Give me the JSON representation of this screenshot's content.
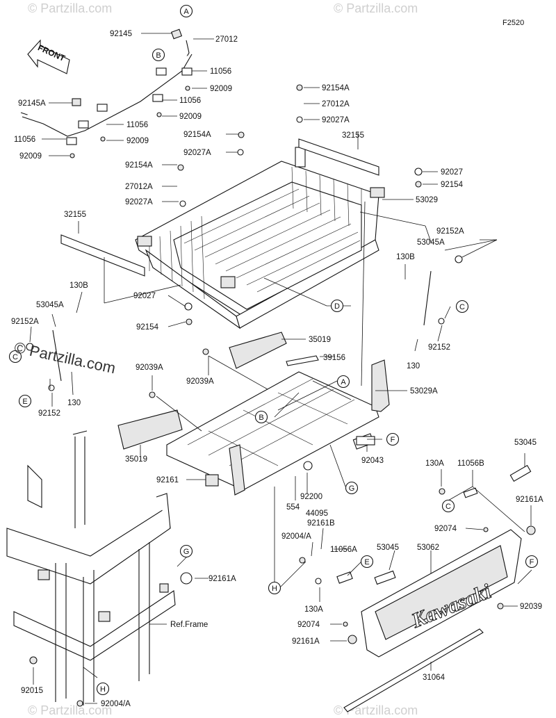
{
  "figure_code": "F2520",
  "front_label": "FRONT",
  "brand_text": "Kawasaki",
  "ref_label": "Ref.Frame",
  "watermarks": {
    "main": "© Partzilla.com",
    "faint": "© Partzilla.com"
  },
  "callouts": [
    "A",
    "B",
    "C",
    "D",
    "E",
    "F",
    "G",
    "H"
  ],
  "part_labels": {
    "p92145": "92145",
    "p27012": "27012",
    "p11056_1": "11056",
    "p92009_1": "92009",
    "p92145A": "92145A",
    "p11056_2": "11056",
    "p92009_2": "92009",
    "p11056_3": "11056",
    "p92009_3": "92009",
    "p11056_4": "11056",
    "p92009_4": "92009",
    "p92154A_1": "92154A",
    "p27012A_1": "27012A",
    "p92027A_1": "92027A",
    "p32155_1": "32155",
    "p92154A_2": "92154A",
    "p92027A_2": "92027A",
    "p92027_1": "92027",
    "p92154_1": "92154",
    "p92154A_3": "92154A",
    "p53029": "53029",
    "p27012A_2": "27012A",
    "p92027A_3": "92027A",
    "p32155_2": "32155",
    "p92152A_1": "92152A",
    "p53045A_1": "53045A",
    "p130B_1": "130B",
    "p130B_2": "130B",
    "p53045A_2": "53045A",
    "p92152A_2": "92152A",
    "p92027_2": "92027",
    "p92154_2": "92154",
    "p92152_1": "92152",
    "p130_1": "130",
    "p35019_1": "35019",
    "p39156": "39156",
    "p92039A_1": "92039A",
    "p92039A_2": "92039A",
    "p53029A": "53029A",
    "p92152_2": "92152",
    "p130_2": "130",
    "p35019_2": "35019",
    "p92043": "92043",
    "p92161": "92161",
    "p53045": "53045",
    "p130A_1": "130A",
    "p11056B": "11056B",
    "p92161A_1": "92161A",
    "p554": "554",
    "p92200": "92200",
    "p44095": "44095",
    "p92161B": "92161B",
    "p92004A_1": "92004/A",
    "p11056A": "11056A",
    "p53045_2": "53045",
    "p53062": "53062",
    "p92074_1": "92074",
    "p92161A_2": "92161A",
    "p130A_2": "130A",
    "p92074_2": "92074",
    "p92161A_3": "92161A",
    "p92039": "92039",
    "p92015": "92015",
    "p92004A_2": "92004/A",
    "p31064": "31064"
  }
}
